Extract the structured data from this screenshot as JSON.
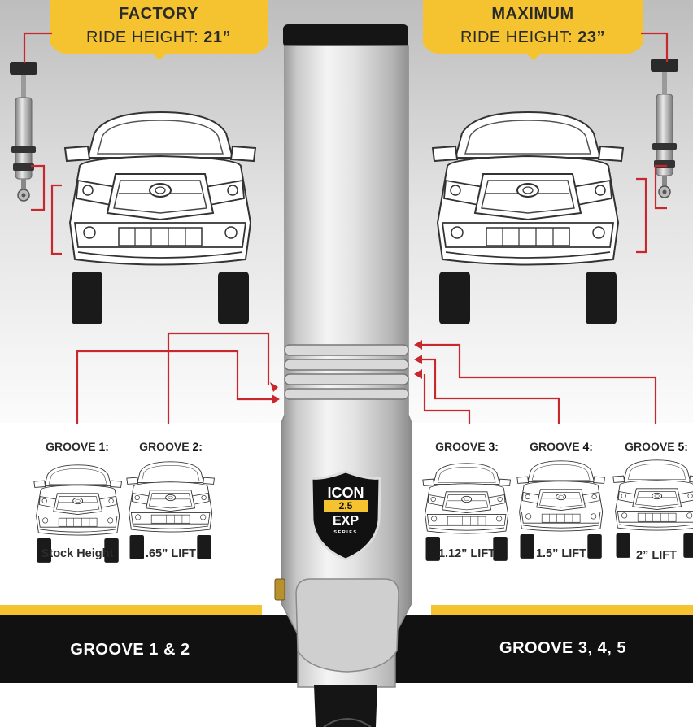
{
  "banners": {
    "factory": {
      "title": "FACTORY",
      "line_prefix": "RIDE HEIGHT: ",
      "value": "21”"
    },
    "maximum": {
      "title": "MAXIMUM",
      "line_prefix": "RIDE HEIGHT: ",
      "value": "23”"
    }
  },
  "grooves": [
    {
      "prefix": "GROOVE ",
      "num": "1",
      "suffix": ":",
      "caption": "Stock Height"
    },
    {
      "prefix": "GROOVE ",
      "num": "2",
      "suffix": ":",
      "caption": ".65” LIFT"
    },
    {
      "prefix": "GROOVE ",
      "num": "3",
      "suffix": ":",
      "caption": "1.12” LIFT"
    },
    {
      "prefix": "GROOVE ",
      "num": "4",
      "suffix": ":",
      "caption": "1.5” LIFT"
    },
    {
      "prefix": "GROOVE ",
      "num": "5",
      "suffix": ":",
      "caption": "2” LIFT"
    }
  ],
  "badge": {
    "brand": "ICON",
    "size": "2.5",
    "line": "EXP",
    "series": "SERIES"
  },
  "shock_brand": "ICON",
  "footer": {
    "left": "GROOVE 1 & 2",
    "right": "GROOVE 3, 4, 5"
  },
  "colors": {
    "yellow": "#f5c330",
    "red": "#c8282d",
    "black": "#111111",
    "gray_bg": "#d4d4d4"
  }
}
